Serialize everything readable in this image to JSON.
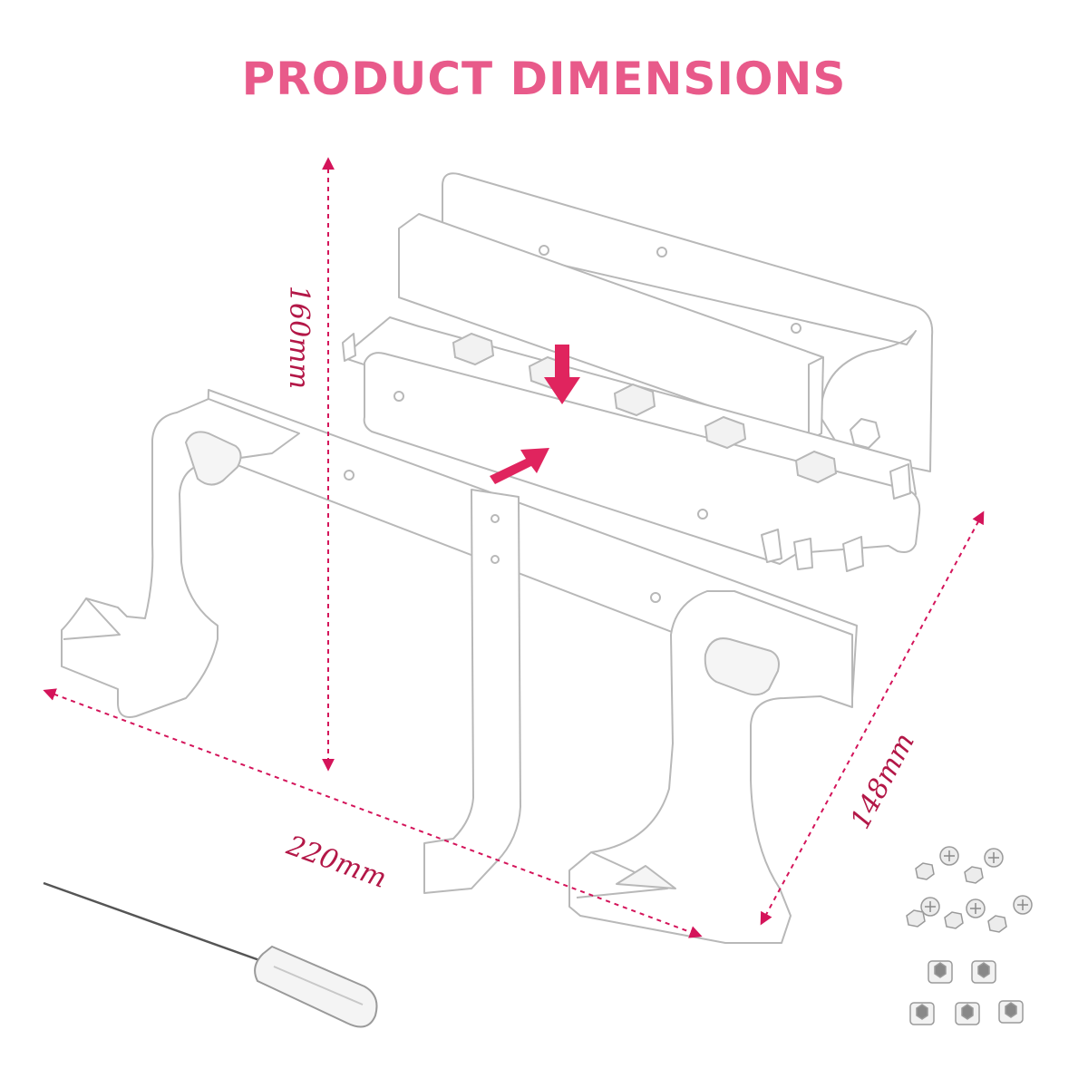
{
  "title": "PRODUCT DIMENSIONS",
  "dimensions": {
    "height": "160mm",
    "width": "220mm",
    "depth": "148mm"
  },
  "colors": {
    "title": "#e85a8a",
    "dimension_text": "#b31747",
    "dimension_arrow": "#d4145a",
    "assembly_arrow": "#e0245e",
    "part_fill": "#ffffff",
    "part_stroke": "#b8b8b8"
  }
}
